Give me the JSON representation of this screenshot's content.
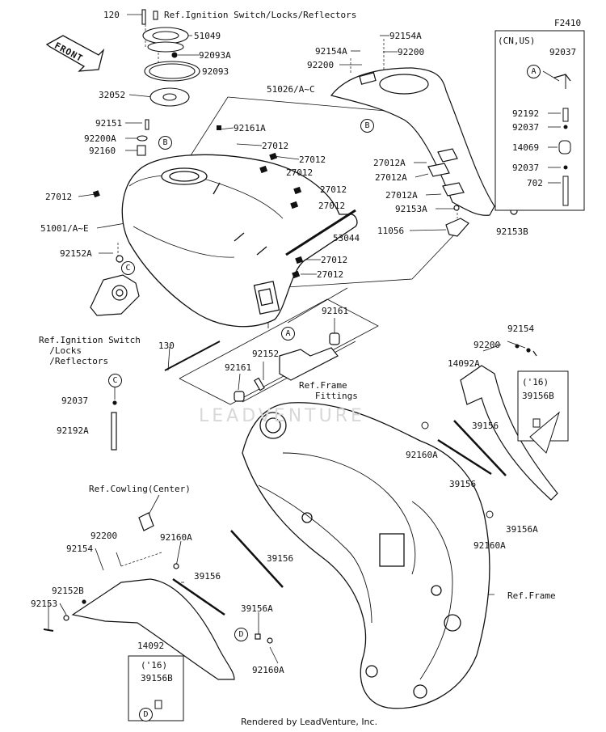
{
  "figure_code": "F2410",
  "front_label": "FRONT",
  "watermark": "LEADVENTURE",
  "footer": "Rendered by LeadVenture, Inc.",
  "markers": {
    "a": "A",
    "b": "B",
    "c": "C",
    "d": "D"
  },
  "inset_cn_us": {
    "title": "(CN,US)",
    "parts": [
      "92037",
      "92192",
      "92037",
      "14069",
      "92037",
      "702"
    ]
  },
  "inset_16_upper": {
    "title": "('16)",
    "part": "39156B"
  },
  "inset_16_lower": {
    "title": "('16)",
    "part": "39156B"
  },
  "labels": {
    "p120": "120",
    "ref_ign_top": "Ref.Ignition Switch/Locks/Reflectors",
    "p51049": "51049",
    "p92093a": "92093A",
    "p92093": "92093",
    "p32052": "32052",
    "p92151": "92151",
    "p92200a": "92200A",
    "p92160": "92160",
    "p27012_left": "27012",
    "p51001": "51001/A~E",
    "p92152a": "92152A",
    "ref_ign_bottom": "Ref.Ignition Switch\n  /Locks\n  /Reflectors",
    "p92037_left": "92037",
    "p92192a": "92192A",
    "p130": "130",
    "p92161_lower": "92161",
    "p92152_mid": "92152",
    "p92161_right": "92161",
    "ref_frame_fittings": "Ref.Frame\n   Fittings",
    "p92161a": "92161A",
    "p27012_a": "27012",
    "p27012_b": "27012",
    "p27012_c": "27012",
    "p27012_d": "27012",
    "p27012_e": "27012",
    "p53044": "53044",
    "p27012_f": "27012",
    "p27012_g": "27012",
    "p92154a_l": "92154A",
    "p92154a_r": "92154A",
    "p92200_l": "92200",
    "p92200_r": "92200",
    "p51026": "51026/A~C",
    "p27012a_1": "27012A",
    "p27012a_2": "27012A",
    "p27012a_3": "27012A",
    "p92153a": "92153A",
    "p11056": "11056",
    "p92153b": "92153B",
    "p92154_right": "92154",
    "p92200_right": "92200",
    "p14092a": "14092A",
    "p39156_r1": "39156",
    "p92160a_r1": "92160A",
    "p39156_r2": "39156",
    "p39156a_r": "39156A",
    "p92160a_r2": "92160A",
    "ref_frame": "Ref.Frame",
    "ref_cowling": "Ref.Cowling(Center)",
    "p92200_low": "92200",
    "p92154_low": "92154",
    "p92160a_low": "92160A",
    "p39156_low1": "39156",
    "p39156_low2": "39156",
    "p92152b": "92152B",
    "p92153": "92153",
    "p39156a_low": "39156A",
    "p14092": "14092",
    "p92160a_low2": "92160A"
  }
}
